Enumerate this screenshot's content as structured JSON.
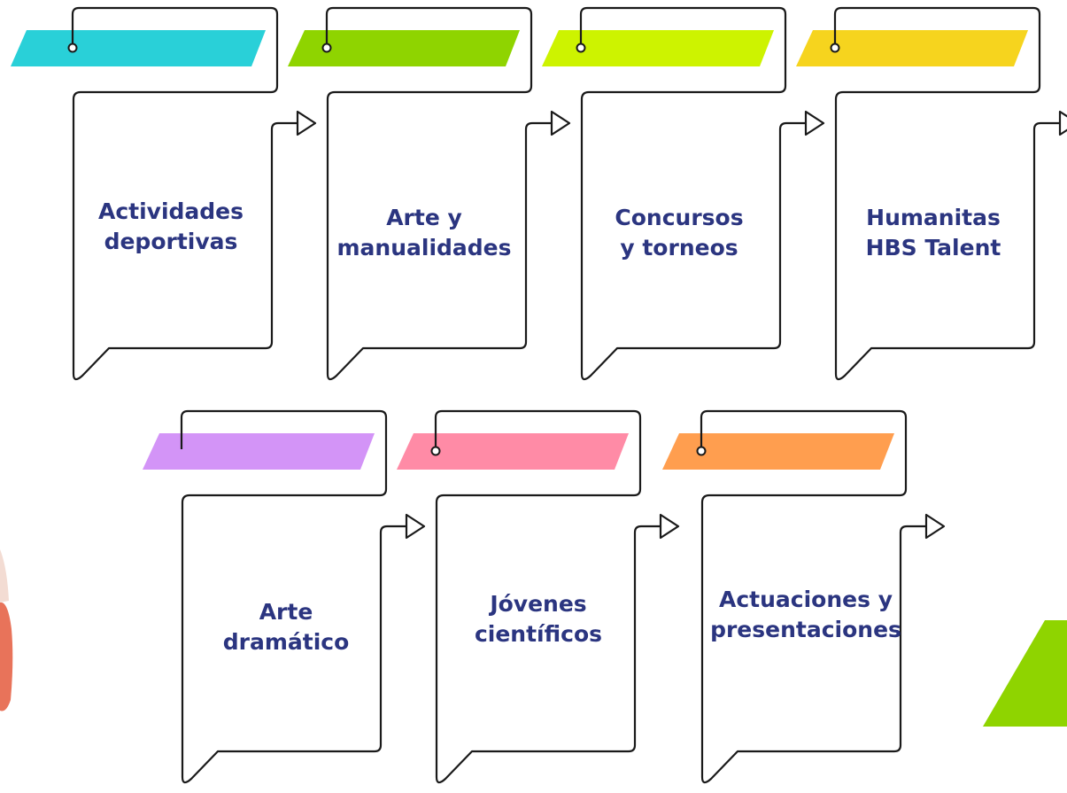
{
  "cards": [
    {
      "line1": "Actividades",
      "line2": "deportivas",
      "color": "#29d0d8"
    },
    {
      "line1": "Arte y",
      "line2": "manualidades",
      "color": "#8fd400"
    },
    {
      "line1": "Concursos",
      "line2": "y torneos",
      "color": "#cdf300"
    },
    {
      "line1": "Humanitas",
      "line2": "HBS Talent",
      "color": "#f6d41e"
    },
    {
      "line1": "Arte",
      "line2": "dramático",
      "color": "#d394f7"
    },
    {
      "line1": "Jóvenes",
      "line2": "científicos",
      "color": "#ff8ba6"
    },
    {
      "line1": "Actuaciones y",
      "line2": "presentaciones",
      "color": "#ff9e4f"
    }
  ],
  "decor": {
    "corner_color": "#8fd400",
    "person_color": "#e8735a"
  }
}
